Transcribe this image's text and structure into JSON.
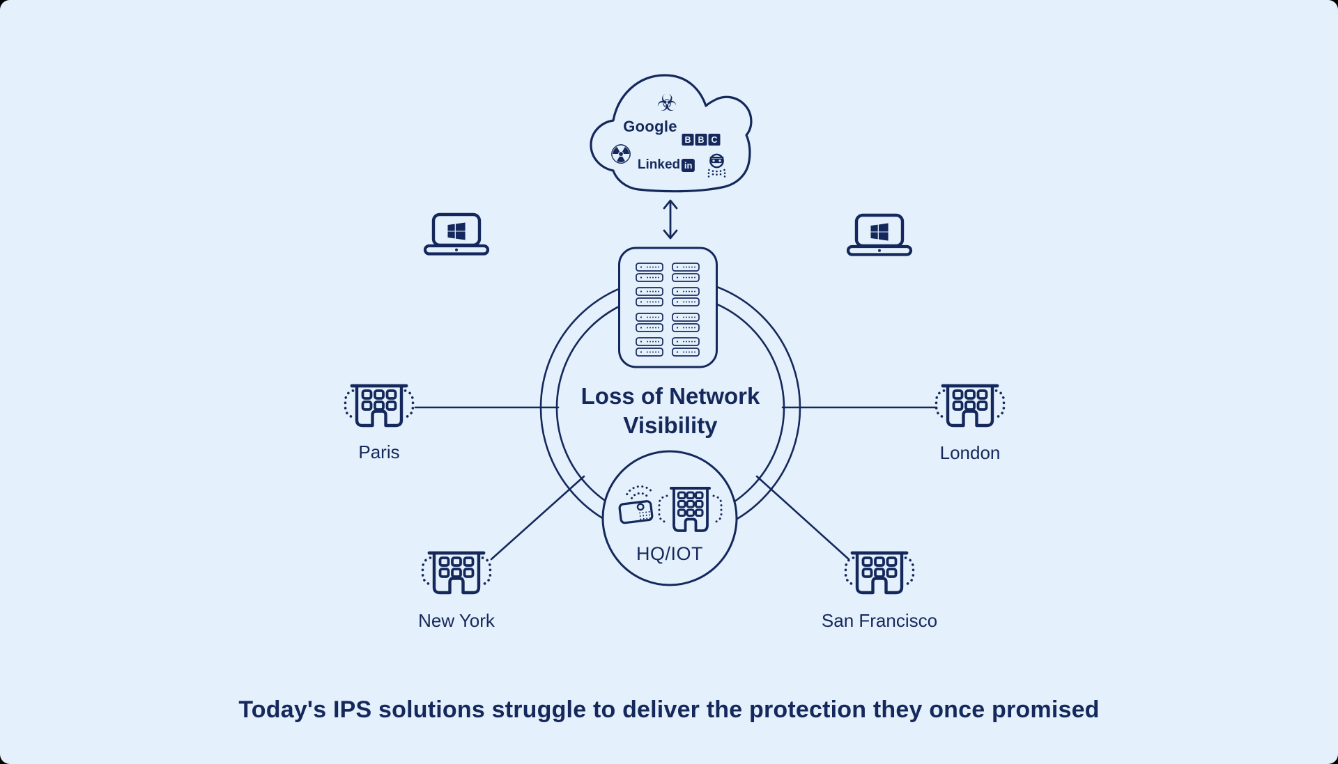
{
  "colors": {
    "background": "#e4f0fb",
    "ink": "#15285c"
  },
  "cloud": {
    "google_label": "Google",
    "bbc_letters": [
      "B",
      "B",
      "C"
    ],
    "linkedin_label": "Linked",
    "linkedin_badge": "in",
    "biohazard_glyph": "☣",
    "radiation_glyph": "☢"
  },
  "center": {
    "title_line1": "Loss of Network",
    "title_line2": "Visibility",
    "hq_label": "HQ/IOT"
  },
  "sites": [
    {
      "id": "paris",
      "label": "Paris"
    },
    {
      "id": "london",
      "label": "London"
    },
    {
      "id": "new-york",
      "label": "New York"
    },
    {
      "id": "san-francisco",
      "label": "San Francisco"
    }
  ],
  "footer": {
    "headline": "Today's IPS solutions struggle to deliver the protection they once promised"
  },
  "icons": {
    "cloud_threats": [
      "biohazard-icon",
      "radiation-icon",
      "burglar-icon"
    ],
    "endpoints": "laptop-windows-icon",
    "datacenter": "server-rack-icon",
    "site": "office-building-icon",
    "hq": [
      "router-icon",
      "office-building-icon"
    ]
  }
}
